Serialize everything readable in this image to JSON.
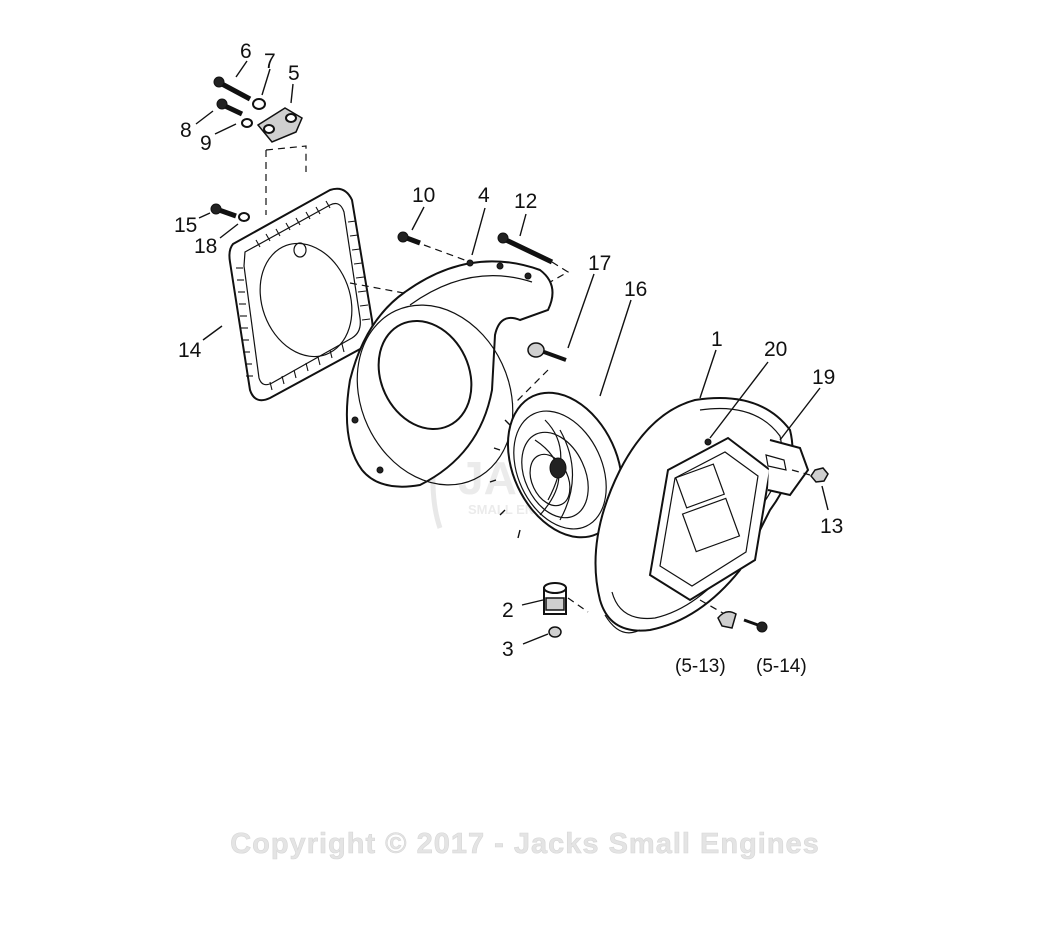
{
  "diagram": {
    "callouts": {
      "p1": "1",
      "p2": "2",
      "p3": "3",
      "p4": "4",
      "p5": "5",
      "p6": "6",
      "p7": "7",
      "p8": "8",
      "p9": "9",
      "p10": "10",
      "p12": "12",
      "p13": "13",
      "p14": "14",
      "p15": "15",
      "p16": "16",
      "p17": "17",
      "p18": "18",
      "p19": "19",
      "p20": "20",
      "p5_13": "(5-13)",
      "p5_14": "(5-14)"
    },
    "watermark": {
      "logo_text": "JACKS",
      "logo_subtext": "SMALL ENGINES",
      "registered_mark": "®"
    },
    "copyright": "Copyright © 2017 - Jacks Small Engines"
  }
}
